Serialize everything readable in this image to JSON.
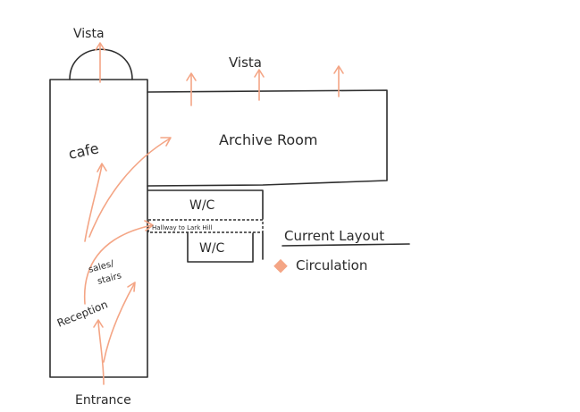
{
  "labels": {
    "vista_top": "Vista",
    "vista_right": "Vista",
    "archive_room": "Archive Room",
    "cafe": "cafe",
    "wc_upper": "W/C",
    "hallway": "Hallway to Lark Hill",
    "wc_lower": "W/C",
    "sales_stairs_line1": "sales/",
    "sales_stairs_line2": "stairs",
    "reception": "Reception",
    "entrance": "Entrance"
  },
  "legend": {
    "title": "Current Layout",
    "items": [
      {
        "label": "Circulation",
        "color": "#f4a585"
      }
    ]
  },
  "colors": {
    "ink": "#2e2e2e",
    "circulation": "#f4a585"
  }
}
